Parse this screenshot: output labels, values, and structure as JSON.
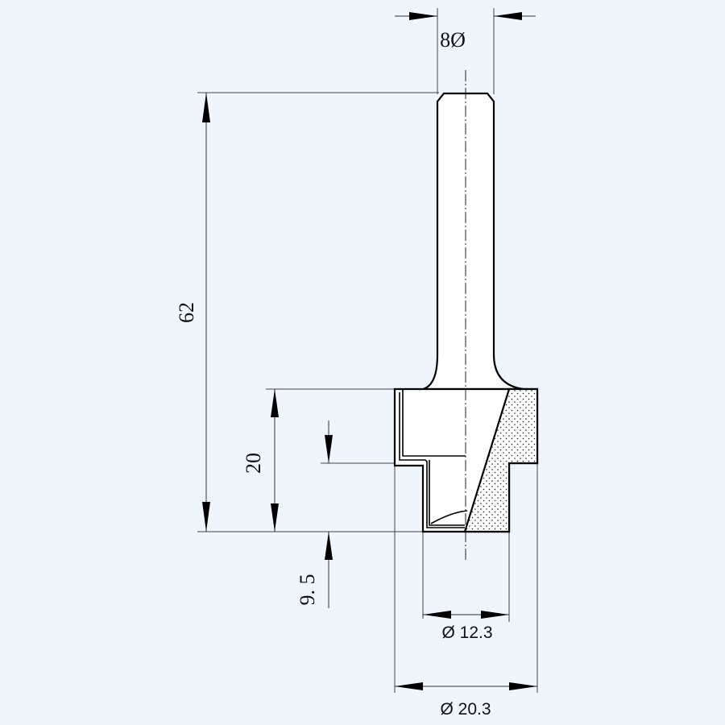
{
  "drawing": {
    "title": "Router bit technical drawing",
    "background_color": "#eef5fd",
    "dimensions": {
      "shank_diameter": "8Ø",
      "overall_length": "62",
      "head_height": "20",
      "step_height": "9. 5",
      "inner_diameter": "Ø 12.3",
      "outer_diameter": "Ø 20.3"
    }
  }
}
